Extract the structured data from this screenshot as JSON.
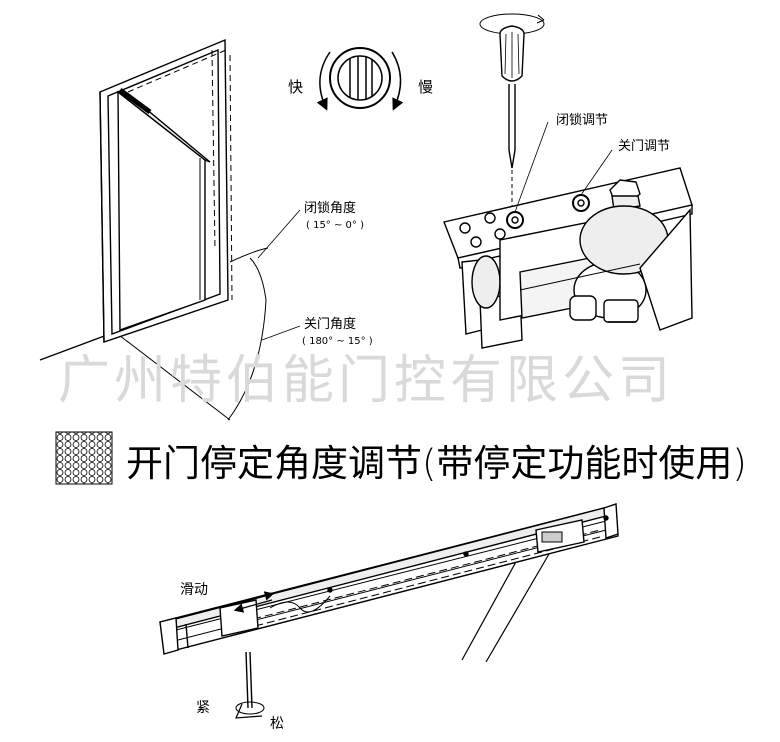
{
  "labels": {
    "fast": "快",
    "slow": "慢",
    "latch_adjust": "闭锁调节",
    "close_adjust": "关门调节",
    "latch_angle": "闭锁角度",
    "latch_range": "( 15° ~ 0° )",
    "close_angle": "关门角度",
    "close_range": "( 180° ~ 15° )",
    "slide": "滑动",
    "tighten": "紧",
    "loosen": "松"
  },
  "watermark": "广州特伯能门控有限公司",
  "section_title": "开门停定角度调节(带停定功能时使用)",
  "colors": {
    "line": "#000000",
    "watermark": "#d9d9d9",
    "shade": "#bdbdbd"
  }
}
